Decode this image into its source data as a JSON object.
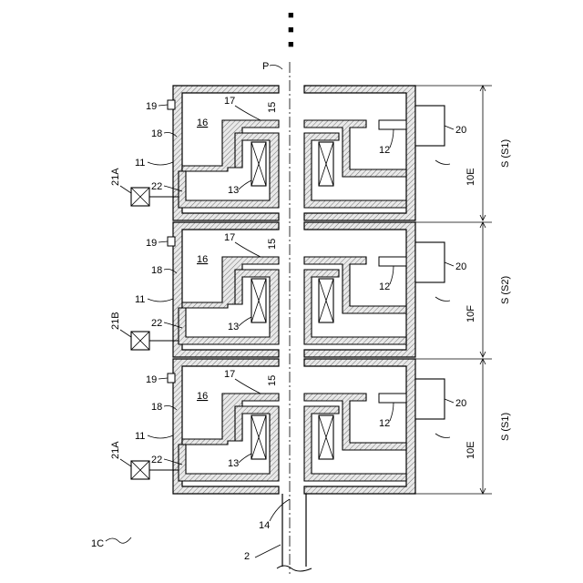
{
  "figure": {
    "figure_label": "1C",
    "continuation_mark": "■",
    "axis_label": "P",
    "shaft_label": "2",
    "shaft_hole_label": "14",
    "units": [
      {
        "labels": {
          "sensor_19": "19",
          "gap_17": "17",
          "gap_15": "15",
          "chamber_16": "16",
          "wall_18": "18",
          "housing_11": "11",
          "pipe_22": "22",
          "coil_13": "13",
          "source": "21A",
          "mag_12": "12",
          "sensor_20": "20",
          "unit_id": "10E",
          "section": "S (S1)"
        }
      },
      {
        "labels": {
          "sensor_19": "19",
          "gap_17": "17",
          "gap_15": "15",
          "chamber_16": "16",
          "wall_18": "18",
          "housing_11": "11",
          "pipe_22": "22",
          "coil_13": "13",
          "source": "21B",
          "mag_12": "12",
          "sensor_20": "20",
          "unit_id": "10F",
          "section": "S (S2)"
        }
      },
      {
        "labels": {
          "sensor_19": "19",
          "gap_17": "17",
          "gap_15": "15",
          "chamber_16": "16",
          "wall_18": "18",
          "housing_11": "11",
          "pipe_22": "22",
          "coil_13": "13",
          "source": "21A",
          "mag_12": "12",
          "sensor_20": "20",
          "unit_id": "10E",
          "section": "S (S1)"
        }
      }
    ],
    "colors": {
      "line": "#000000",
      "wall_fill": "#e6e6e6",
      "background": "#ffffff"
    }
  }
}
